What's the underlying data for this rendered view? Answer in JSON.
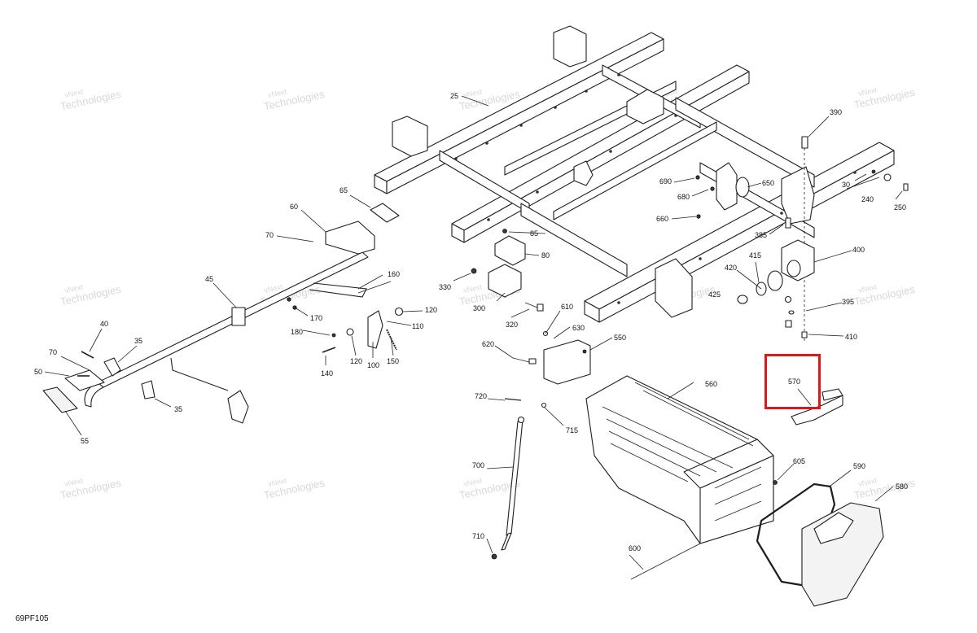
{
  "figure_code": "69PF105",
  "watermark": {
    "line1": "vNext",
    "line2": "Technologies"
  },
  "highlight": {
    "part": "570",
    "color": "#e0161b"
  },
  "callouts": {
    "c25": "25",
    "c30": "30",
    "c35a": "35",
    "c35b": "35",
    "c40": "40",
    "c45": "45",
    "c50": "50",
    "c55": "55",
    "c60": "60",
    "c65": "65",
    "c70a": "70",
    "c70b": "70",
    "c80": "80",
    "c85": "85",
    "c100": "100",
    "c110": "110",
    "c120a": "120",
    "c120b": "120",
    "c140": "140",
    "c150": "150",
    "c160": "160",
    "c170": "170",
    "c180": "180",
    "c240": "240",
    "c250": "250",
    "c300": "300",
    "c320": "320",
    "c330": "330",
    "c385": "385",
    "c390": "390",
    "c395": "395",
    "c400": "400",
    "c410": "410",
    "c415": "415",
    "c420": "420",
    "c425": "425",
    "c550": "550",
    "c560": "560",
    "c570": "570",
    "c580": "580",
    "c590": "590",
    "c600": "600",
    "c605": "605",
    "c610": "610",
    "c620": "620",
    "c630": "630",
    "c650": "650",
    "c660": "660",
    "c680": "680",
    "c690": "690",
    "c700": "700",
    "c710": "710",
    "c715": "715",
    "c720": "720"
  }
}
